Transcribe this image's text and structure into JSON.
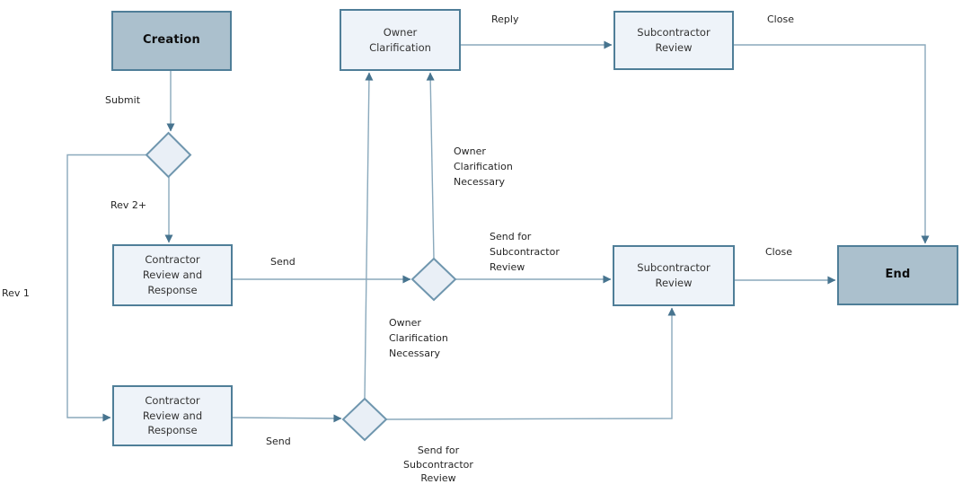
{
  "diagram": {
    "type": "flowchart",
    "colors": {
      "terminal_fill": "#abc0cd",
      "process_fill": "#eef3f9",
      "box_border": "#4f7e98",
      "diamond_fill": "#e9eff6",
      "diamond_border": "#6f96ae",
      "connector": "#8aa9bc",
      "arrowhead": "#47748f",
      "background": "#ffffff"
    },
    "nodes": [
      {
        "id": "creation",
        "type": "terminal",
        "label": "Creation"
      },
      {
        "id": "owner-clarification",
        "type": "process",
        "label": "Owner\nClarification"
      },
      {
        "id": "subcontractor-review-top",
        "type": "process",
        "label": "Subcontractor\nReview"
      },
      {
        "id": "contractor-review-mid",
        "type": "process",
        "label": "Contractor\nReview and\nResponse"
      },
      {
        "id": "subcontractor-review-mid",
        "type": "process",
        "label": "Subcontractor\nReview"
      },
      {
        "id": "end",
        "type": "terminal",
        "label": "End"
      },
      {
        "id": "contractor-review-bottom",
        "type": "process",
        "label": "Contractor\nReview and\nResponse"
      }
    ],
    "decisions": [
      {
        "id": "decision-after-creation"
      },
      {
        "id": "decision-mid-row"
      },
      {
        "id": "decision-bottom-row"
      }
    ],
    "edges": [
      {
        "from": "creation",
        "to": "decision-after-creation",
        "label": "Submit"
      },
      {
        "from": "decision-after-creation",
        "to": "contractor-review-mid",
        "label": "Rev 2+"
      },
      {
        "from": "decision-after-creation",
        "to": "contractor-review-bottom",
        "label": "Rev 1"
      },
      {
        "from": "contractor-review-mid",
        "to": "decision-mid-row",
        "label": "Send"
      },
      {
        "from": "decision-mid-row",
        "to": "owner-clarification",
        "label": "Owner\nClarification\nNecessary"
      },
      {
        "from": "decision-mid-row",
        "to": "subcontractor-review-mid",
        "label": "Send for\nSubcontractor\nReview"
      },
      {
        "from": "subcontractor-review-mid",
        "to": "end",
        "label": "Close"
      },
      {
        "from": "owner-clarification",
        "to": "subcontractor-review-top",
        "label": "Reply"
      },
      {
        "from": "subcontractor-review-top",
        "to": "end",
        "label": "Close"
      },
      {
        "from": "contractor-review-bottom",
        "to": "decision-bottom-row",
        "label": "Send"
      },
      {
        "from": "decision-bottom-row",
        "to": "owner-clarification",
        "label": "Owner\nClarification\nNecessary"
      },
      {
        "from": "decision-bottom-row",
        "to": "subcontractor-review-mid",
        "label": "Send for\nSubcontractor\nReview"
      }
    ]
  }
}
